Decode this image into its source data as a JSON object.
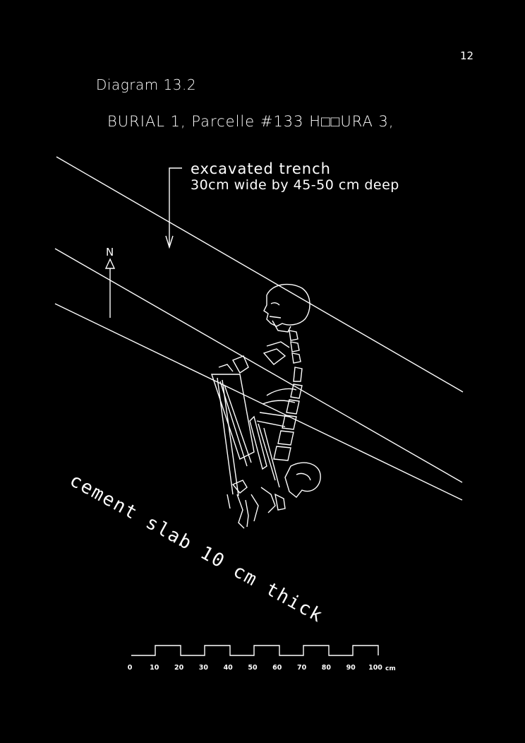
{
  "page_number": "12",
  "diagram_label": "Diagram 13.2",
  "subtitle": "BURIAL 1, Parcelle #133 H□□URA 3,",
  "trench_label": {
    "line1": "excavated trench",
    "line2": "30cm wide by 45-50 cm deep"
  },
  "north_label": "N",
  "slab_label": "cement slab 10 cm thick",
  "scale_bar": {
    "ticks": [
      "0",
      "10",
      "20",
      "30",
      "40",
      "50",
      "60",
      "70",
      "80",
      "90",
      "100"
    ],
    "unit": "cm"
  },
  "colors": {
    "background": "#000000",
    "line": "#ffffff"
  },
  "figure_icon": "skeleton-drawing"
}
